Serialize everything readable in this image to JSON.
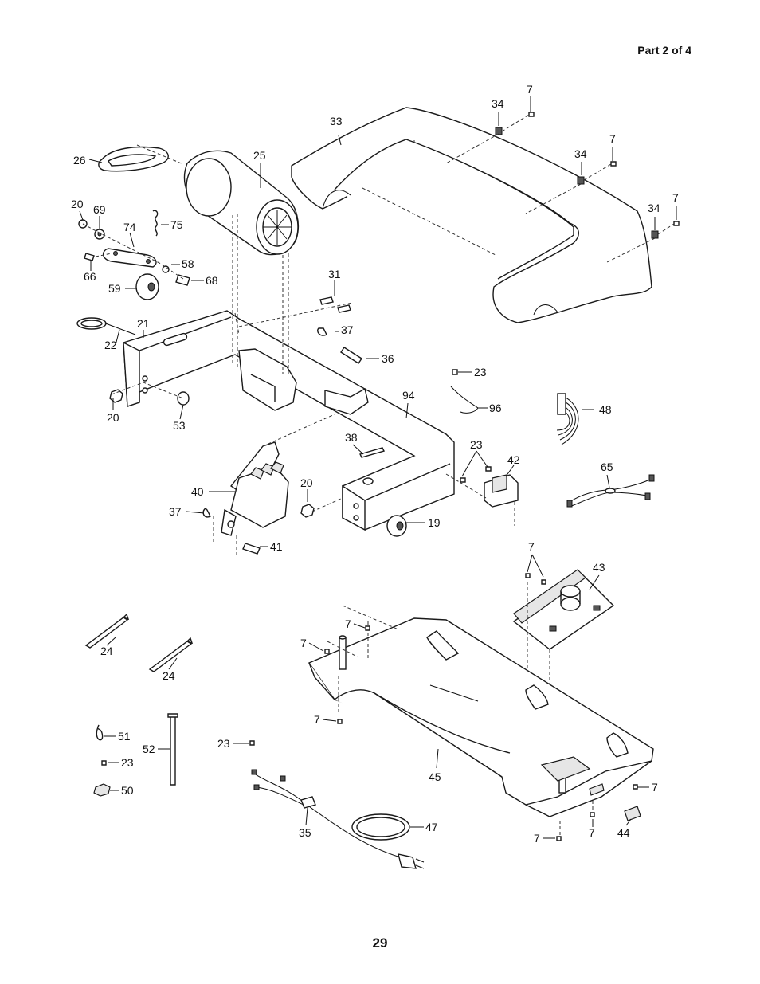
{
  "header": {
    "part_label": "Part 2 of 4"
  },
  "footer": {
    "page_number": "29"
  },
  "callouts": [
    {
      "id": "c33",
      "text": "33"
    },
    {
      "id": "c34a",
      "text": "34"
    },
    {
      "id": "c7a",
      "text": "7"
    },
    {
      "id": "c34b",
      "text": "34"
    },
    {
      "id": "c7b",
      "text": "7"
    },
    {
      "id": "c34c",
      "text": "34"
    },
    {
      "id": "c7c",
      "text": "7"
    },
    {
      "id": "c26",
      "text": "26"
    },
    {
      "id": "c25",
      "text": "25"
    },
    {
      "id": "c20a",
      "text": "20"
    },
    {
      "id": "c69",
      "text": "69"
    },
    {
      "id": "c74",
      "text": "74"
    },
    {
      "id": "c75",
      "text": "75"
    },
    {
      "id": "c66",
      "text": "66"
    },
    {
      "id": "c58",
      "text": "58"
    },
    {
      "id": "c59",
      "text": "59"
    },
    {
      "id": "c68",
      "text": "68"
    },
    {
      "id": "c31",
      "text": "31"
    },
    {
      "id": "c21",
      "text": "21"
    },
    {
      "id": "c22",
      "text": "22"
    },
    {
      "id": "c37a",
      "text": "37"
    },
    {
      "id": "c36",
      "text": "36"
    },
    {
      "id": "c20b",
      "text": "20"
    },
    {
      "id": "c53",
      "text": "53"
    },
    {
      "id": "c94",
      "text": "94"
    },
    {
      "id": "c23a",
      "text": "23"
    },
    {
      "id": "c96",
      "text": "96"
    },
    {
      "id": "c48",
      "text": "48"
    },
    {
      "id": "c38",
      "text": "38"
    },
    {
      "id": "c23b",
      "text": "23"
    },
    {
      "id": "c42",
      "text": "42"
    },
    {
      "id": "c65",
      "text": "65"
    },
    {
      "id": "c40",
      "text": "40"
    },
    {
      "id": "c20c",
      "text": "20"
    },
    {
      "id": "c37b",
      "text": "37"
    },
    {
      "id": "c19",
      "text": "19"
    },
    {
      "id": "c41",
      "text": "41"
    },
    {
      "id": "c7d",
      "text": "7"
    },
    {
      "id": "c43",
      "text": "43"
    },
    {
      "id": "c7e",
      "text": "7"
    },
    {
      "id": "c7f",
      "text": "7"
    },
    {
      "id": "c24a",
      "text": "24"
    },
    {
      "id": "c24b",
      "text": "24"
    },
    {
      "id": "c7g",
      "text": "7"
    },
    {
      "id": "c51",
      "text": "51"
    },
    {
      "id": "c52",
      "text": "52"
    },
    {
      "id": "c23c",
      "text": "23"
    },
    {
      "id": "c23d",
      "text": "23"
    },
    {
      "id": "c50",
      "text": "50"
    },
    {
      "id": "c45",
      "text": "45"
    },
    {
      "id": "c7h",
      "text": "7"
    },
    {
      "id": "c47",
      "text": "47"
    },
    {
      "id": "c35",
      "text": "35"
    },
    {
      "id": "c7i",
      "text": "7"
    },
    {
      "id": "c7j",
      "text": "7"
    },
    {
      "id": "c44",
      "text": "44"
    }
  ]
}
